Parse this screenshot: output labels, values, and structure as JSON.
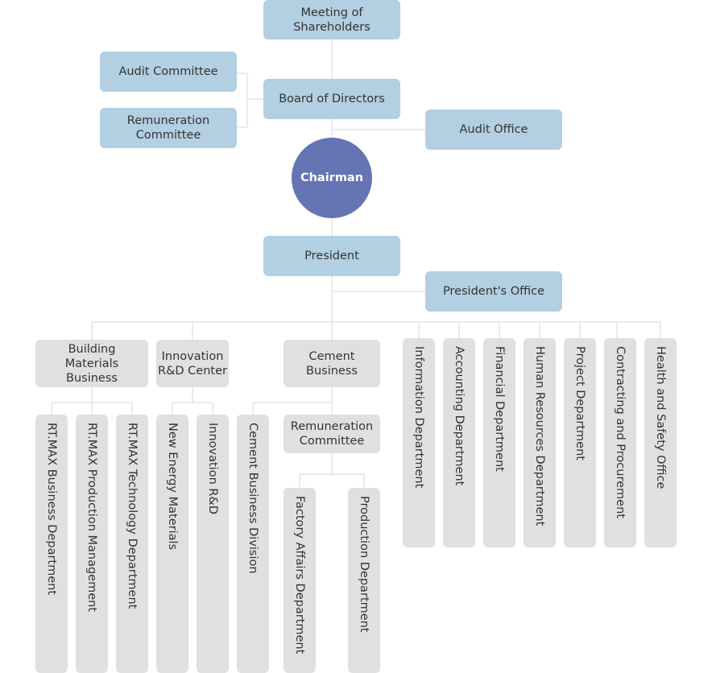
{
  "governance": {
    "meeting": "Meeting of\nShareholders",
    "audit_committee": "Audit Committee",
    "remuneration_committee": "Remuneration\nCommittee",
    "board": "Board of Directors",
    "audit_office": "Audit Office",
    "chairman": "Chairman",
    "president": "President",
    "presidents_office": "President's Office"
  },
  "divisions": {
    "building_materials": "Building\nMaterials\nBusiness",
    "innovation_center": "Innovation\nR&D Center",
    "cement": "Cement\nBusiness",
    "cement_remuneration": "Remuneration\nCommittee"
  },
  "departments": {
    "rtmax_business": "RT.MAX Business Department",
    "rtmax_production": "RT.MAX Production Management",
    "rtmax_technology": "RT.MAX Technology Department",
    "new_energy": "New Energy Materials",
    "innovation_rd": "Innovation R&D",
    "cement_division": "Cement Business Division",
    "factory_affairs": "Factory Affairs Department",
    "production": "Production Department",
    "information": "Information Department",
    "accounting": "Accounting Department",
    "financial": "Financial Department",
    "human_resources": "Human Resources Department",
    "project": "Project Department",
    "contracting": "Contracting and Procurement",
    "health_safety": "Health and Safety Office"
  },
  "colors": {
    "box_blue": "#b3cfe2",
    "box_gray": "#e1dfe2",
    "chairman": "#6474b4",
    "connector": "#d7d7d7"
  }
}
